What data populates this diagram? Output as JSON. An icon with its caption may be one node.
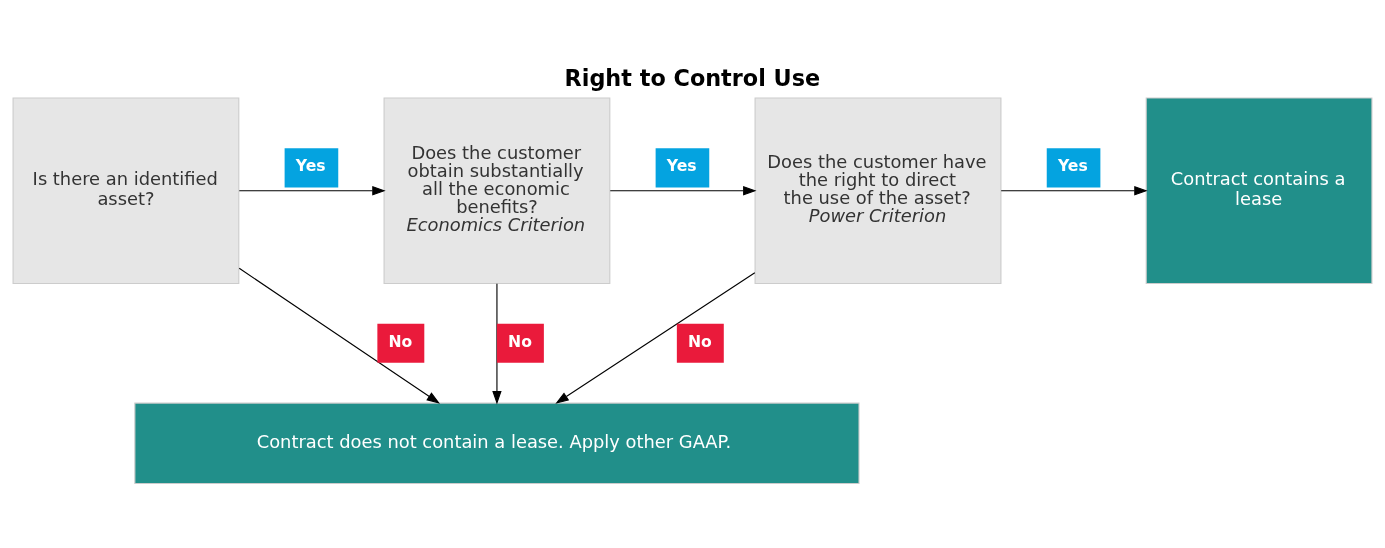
{
  "diagram": {
    "title": "Right to Control Use",
    "nodes": [
      {
        "text": [
          "Is there an identified asset?"
        ]
      },
      {
        "text": [
          "Does the customer obtain substantially all the economic benefits?",
          "Economics Criterion"
        ]
      },
      {
        "text": [
          "Does the customer have the right to direct the use of the asset?",
          "Power Criterion"
        ]
      },
      {
        "text": [
          "Contract contains a lease"
        ]
      },
      {
        "text": [
          "Contract does not contain a lease. Apply other GAAP."
        ]
      }
    ],
    "edges": [
      {
        "from": 0,
        "to": 1,
        "arrow": "to",
        "label": "Yes"
      },
      {
        "from": 1,
        "to": 2,
        "arrow": "to",
        "label": "Yes"
      },
      {
        "from": 2,
        "to": 3,
        "arrow": "to",
        "label": "Yes"
      },
      {
        "from": 0,
        "to": 4,
        "arrow": "to",
        "label": "No"
      },
      {
        "from": 1,
        "to": 4,
        "arrow": "to",
        "label": "No"
      },
      {
        "from": 2,
        "to": 4,
        "arrow": "to",
        "label": "No"
      }
    ]
  }
}
